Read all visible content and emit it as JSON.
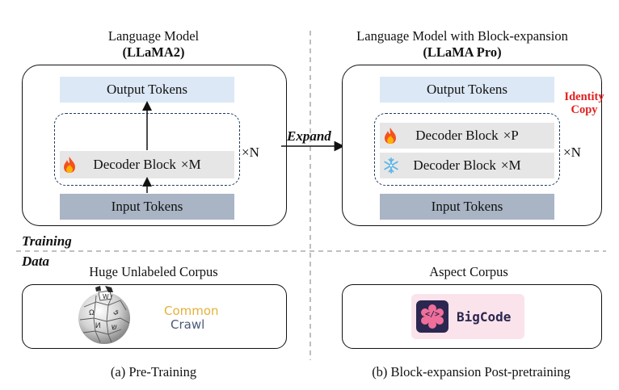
{
  "left": {
    "title_line1": "Language Model",
    "title_line2": "(LLaMA2)",
    "output_tokens": "Output Tokens",
    "decoder_block": "Decoder Block",
    "decoder_mult": "×M",
    "repeat_mult": "×N",
    "input_tokens": "Input Tokens"
  },
  "right": {
    "title_line1": "Language Model with Block-expansion",
    "title_line2": "(LLaMA Pro)",
    "output_tokens": "Output Tokens",
    "decoder_block_p": "Decoder Block",
    "decoder_mult_p": "×P",
    "decoder_block_m": "Decoder Block",
    "decoder_mult_m": "×M",
    "repeat_mult": "×N",
    "input_tokens": "Input Tokens",
    "identity_line1": "Identity",
    "identity_line2": "Copy"
  },
  "expand_label": "Expand",
  "sections": {
    "training": "Training",
    "data": "Data"
  },
  "corpus": {
    "left_title": "Huge Unlabeled Corpus",
    "right_title": "Aspect Corpus",
    "common": "Common",
    "crawl": "Crawl",
    "bigcode": "BigCode",
    "bigcode_symbol": "</>"
  },
  "captions": {
    "left": "(a) Pre-Training",
    "right": "(b) Block-expansion Post-pretraining"
  },
  "icons": {
    "flame": "fire-icon",
    "snowflake": "snowflake-icon",
    "wikipedia": "wikipedia-globe-icon"
  },
  "colors": {
    "output_tokens": "#dce8f5",
    "input_tokens": "#a9b5c5",
    "decoder": "#e6e6e6",
    "identity_copy": "#e02020",
    "bigcode_bg": "#fbe3ec",
    "bigcode_tile": "#2b2750"
  }
}
